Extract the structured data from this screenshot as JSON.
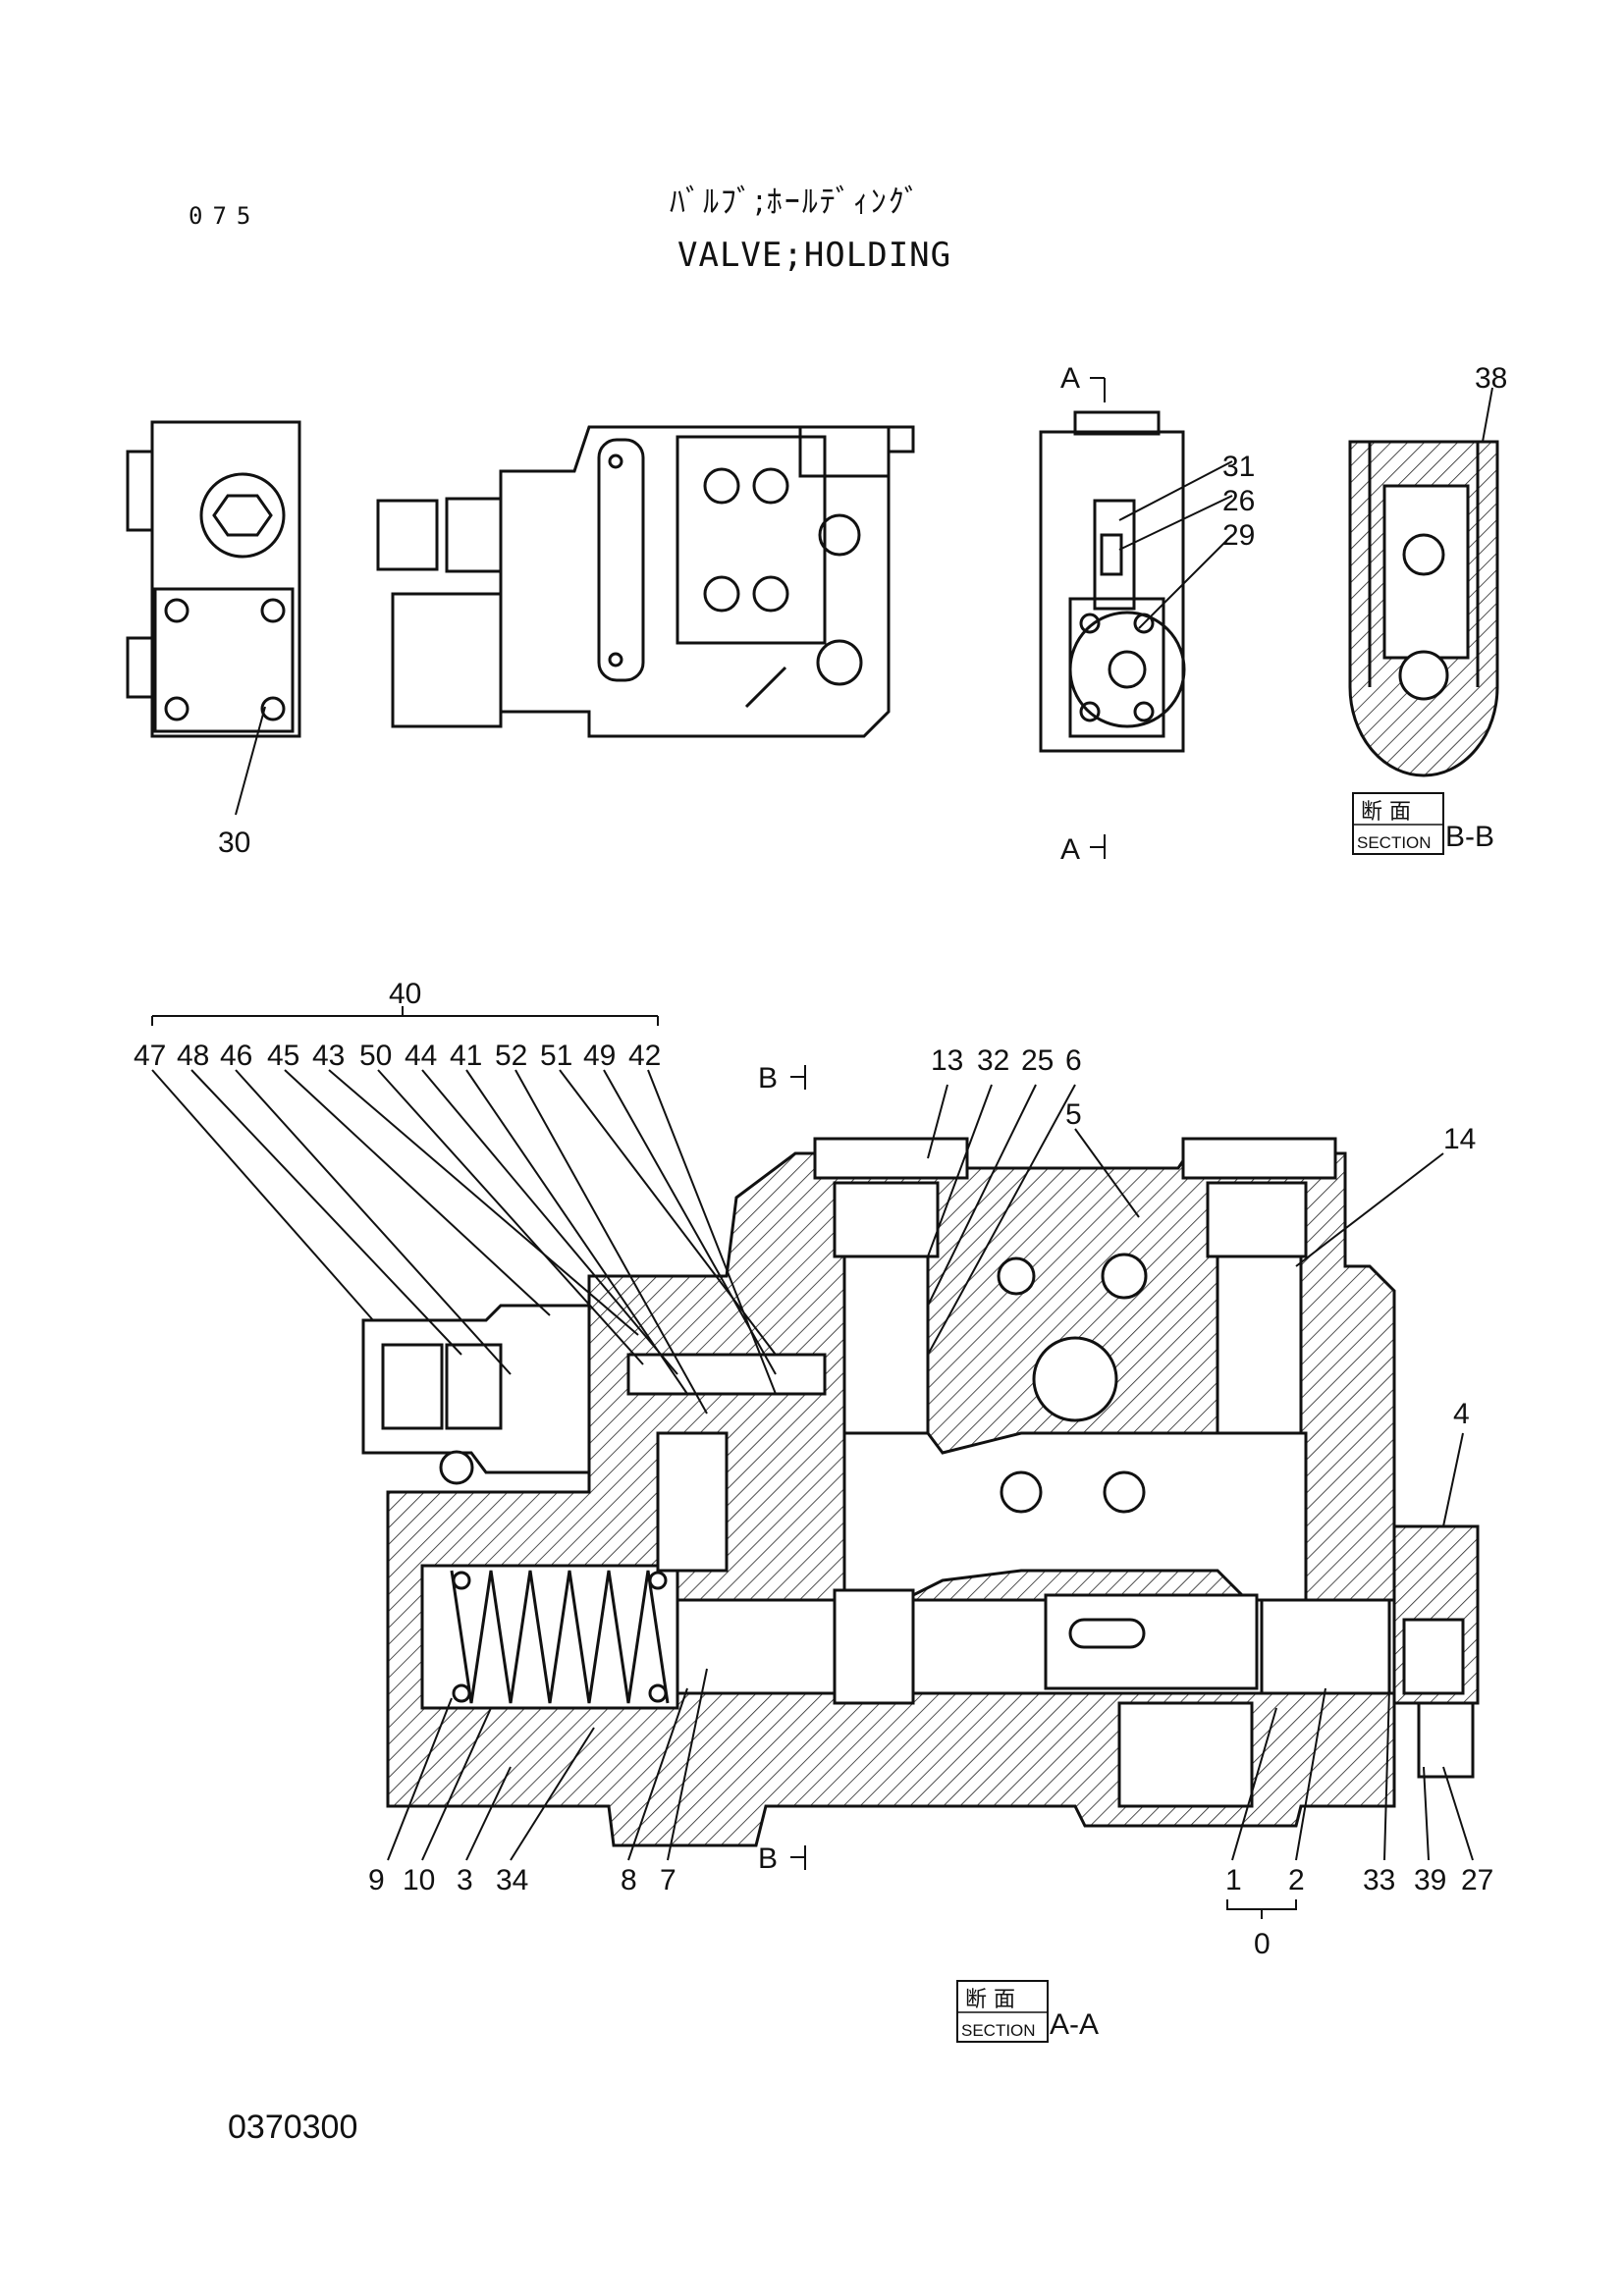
{
  "header": {
    "page_code": "075",
    "title_ja": "ﾊﾞﾙﾌﾞ;ﾎｰﾙﾃﾞｨﾝｸﾞ",
    "title_en": "VALVE;HOLDING"
  },
  "drawing_number": "0370300",
  "section_labels": {
    "bb": {
      "ja": "断 面",
      "en": "SECTION",
      "tag": "B-B"
    },
    "aa": {
      "ja": "断 面",
      "en": "SECTION",
      "tag": "A-A"
    }
  },
  "cut_markers": {
    "a": "A",
    "b": "B"
  },
  "callouts": {
    "top": [
      "30",
      "31",
      "26",
      "29",
      "38"
    ],
    "group_label": "40",
    "group_top": [
      "47",
      "48",
      "46",
      "45",
      "43",
      "50",
      "44",
      "41",
      "52",
      "51",
      "49",
      "42"
    ],
    "upper_right": [
      "13",
      "32",
      "25",
      "6",
      "5",
      "14",
      "4"
    ],
    "bottom": [
      "9",
      "10",
      "3",
      "34",
      "8",
      "7",
      "1",
      "2",
      "33",
      "39",
      "27"
    ],
    "bottom_group": "0"
  }
}
